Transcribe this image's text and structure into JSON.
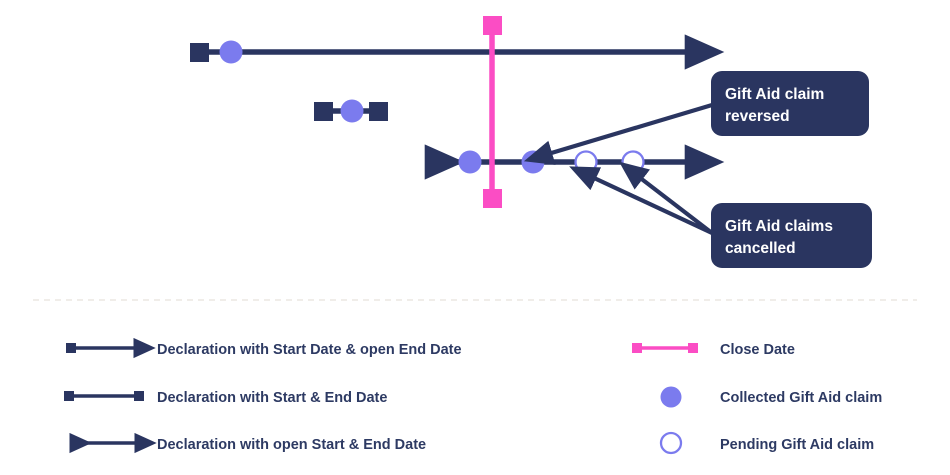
{
  "colors": {
    "navy": "#2a3560",
    "navy_text": "#2d3a63",
    "periwinkle": "#7b7bee",
    "pink": "#fb4dc4",
    "white": "#ffffff",
    "divider": "#ece7e2",
    "background": "#ffffff"
  },
  "callouts": [
    {
      "id": "gift-aid-claim-reversed",
      "line1": "Gift Aid claim",
      "line2": "reversed"
    },
    {
      "id": "gift-aid-claims-cancelled",
      "line1": "Gift Aid claims",
      "line2": "cancelled"
    }
  ],
  "timelines": [
    {
      "id": "declaration-start-open-end",
      "type": "start-date-open-end",
      "markers": [
        "collected"
      ]
    },
    {
      "id": "declaration-start-end",
      "type": "start-and-end-date",
      "markers": [
        "collected"
      ]
    },
    {
      "id": "declaration-open-start-open-end",
      "type": "open-start-open-end",
      "markers": [
        "collected",
        "collected",
        "pending",
        "pending"
      ]
    }
  ],
  "close_date_marker": {
    "id": "close-date-line",
    "label": "Close Date"
  },
  "legend": {
    "left_column": [
      {
        "marker": "square-arrow-right",
        "label": "Declaration with Start Date & open End Date"
      },
      {
        "marker": "square-line-square",
        "label": "Declaration with Start & End Date"
      },
      {
        "marker": "arrow-left-arrow-right",
        "label": "Declaration with open Start & End Date"
      }
    ],
    "right_column": [
      {
        "marker": "pink-square-line-square",
        "label": "Close Date"
      },
      {
        "marker": "filled-circle",
        "label": "Collected Gift Aid claim"
      },
      {
        "marker": "open-circle",
        "label": "Pending Gift Aid claim"
      }
    ]
  }
}
